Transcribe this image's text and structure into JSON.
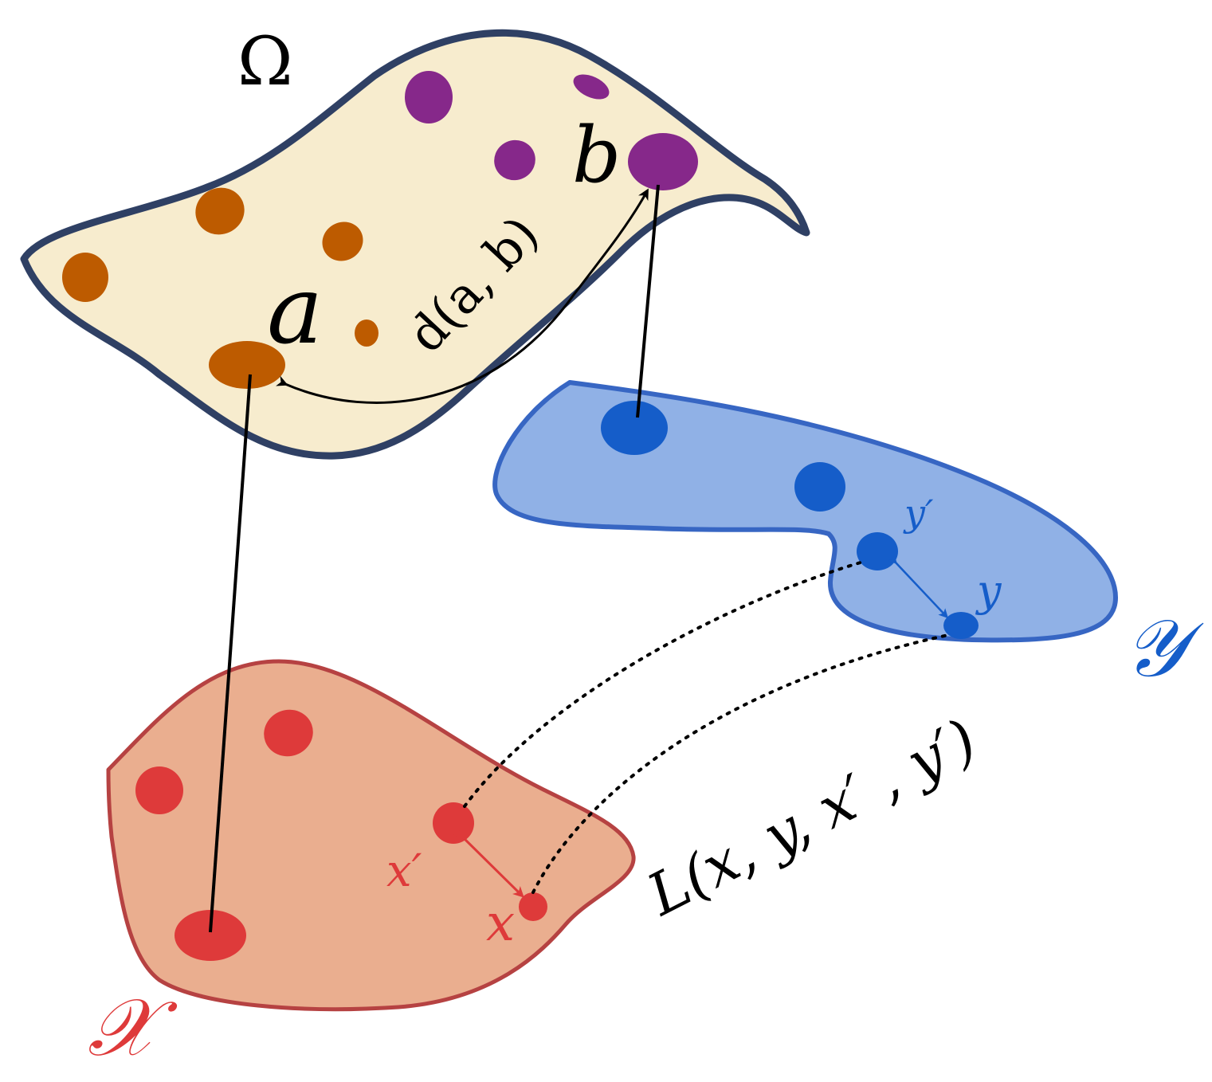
{
  "colors": {
    "omega_fill": "#f7ecce",
    "omega_stroke": "#2f4064",
    "orange_dot": "#bd5b00",
    "purple_dot": "#86288a",
    "blue_fill": "#90b1e6",
    "blue_stroke": "#3766c3",
    "blue_dot": "#155dc9",
    "red_fill": "#eaae8f",
    "red_stroke": "#b64242",
    "red_dot": "#de3a3a",
    "black": "#000000"
  },
  "labels": {
    "omega": "Ω",
    "a": "a",
    "b": "b",
    "distance": "d(a, b)",
    "x_space": "𝒳",
    "y_space": "𝒴",
    "x": "x",
    "x_prime": "x′",
    "y": "y",
    "y_prime": "y′",
    "loss": "L(x, y, x′ , y′)"
  }
}
